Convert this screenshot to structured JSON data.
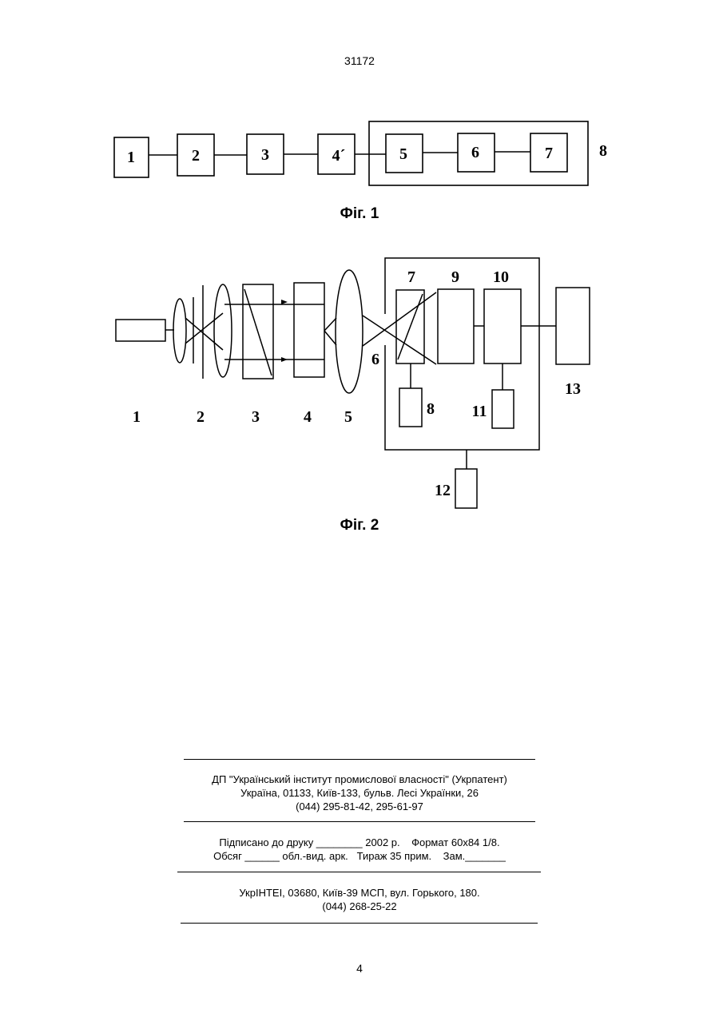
{
  "header": {
    "doc_number": "31172"
  },
  "figure1": {
    "caption": "Фіг. 1",
    "blocks": [
      "1",
      "2",
      "3",
      "4´",
      "5",
      "6",
      "7"
    ],
    "group_label": "8"
  },
  "figure2": {
    "caption": "Фіг. 2",
    "labels": [
      "1",
      "2",
      "3",
      "4",
      "5",
      "6",
      "7",
      "8",
      "9",
      "10",
      "11",
      "12",
      "13"
    ]
  },
  "imprint": {
    "publisher_name": "ДП \"Український інститут промислової власності\" (Укрпатент)",
    "publisher_address": "Україна, 01133, Київ-133, бульв. Лесі Українки, 26",
    "publisher_phone": "(044) 295-81-42, 295-61-97",
    "signed_line": "Підписано до друку ________ 2002 р.    Формат 60х84 1/8.",
    "volume_line": "Обсяг ______ обл.-вид. арк.   Тираж 35 прим.    Зам._______",
    "printer_address": "УкрІНТЕІ, 03680, Київ-39 МСП, вул. Горького, 180.",
    "printer_phone": "(044) 268-25-22"
  },
  "footer": {
    "page_number": "4"
  }
}
